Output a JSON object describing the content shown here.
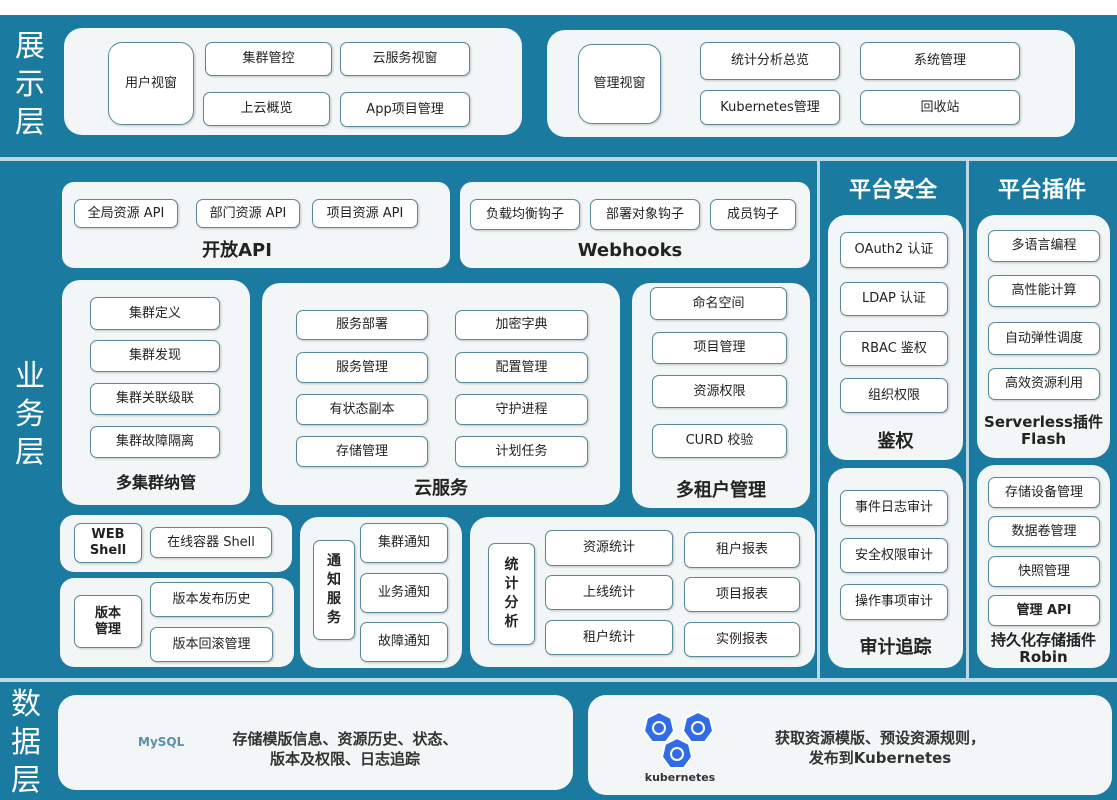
{
  "layers": {
    "presentation": "展示层",
    "business": "业务层",
    "data": "数据层"
  },
  "presentation": {
    "user": {
      "main": "用户视窗",
      "items": [
        "集群管控",
        "云服务视窗",
        "上云概览",
        "App项目管理"
      ]
    },
    "admin": {
      "main": "管理视窗",
      "items": [
        "统计分析总览",
        "系统管理",
        "Kubernetes管理",
        "回收站"
      ]
    }
  },
  "business": {
    "open_api": {
      "title": "开放API",
      "items": [
        "全局资源 API",
        "部门资源 API",
        "项目资源 API"
      ]
    },
    "webhooks": {
      "title": "Webhooks",
      "items": [
        "负载均衡钩子",
        "部署对象钩子",
        "成员钩子"
      ]
    },
    "multi_cluster": {
      "title": "多集群纳管",
      "items": [
        "集群定义",
        "集群发现",
        "集群关联级联",
        "集群故障隔离"
      ]
    },
    "cloud_service": {
      "title": "云服务",
      "items": [
        "服务部署",
        "加密字典",
        "服务管理",
        "配置管理",
        "有状态副本",
        "守护进程",
        "存储管理",
        "计划任务"
      ]
    },
    "multi_tenant": {
      "title": "多租户管理",
      "items": [
        "命名空间",
        "项目管理",
        "资源权限",
        "CURD 校验"
      ]
    },
    "web_shell": {
      "label": "WEB Shell",
      "items": [
        "在线容器 Shell"
      ]
    },
    "version": {
      "label": "版本管理",
      "items": [
        "版本发布历史",
        "版本回滚管理"
      ]
    },
    "notify": {
      "label": "通知服务",
      "items": [
        "集群通知",
        "业务通知",
        "故障通知"
      ]
    },
    "stats": {
      "label": "统计分析",
      "items": [
        "资源统计",
        "租户报表",
        "上线统计",
        "项目报表",
        "租户统计",
        "实例报表"
      ]
    }
  },
  "security": {
    "title": "平台安全",
    "auth": {
      "title": "鉴权",
      "items": [
        "OAuth2 认证",
        "LDAP 认证",
        "RBAC 鉴权",
        "组织权限"
      ]
    },
    "audit": {
      "title": "审计追踪",
      "items": [
        "事件日志审计",
        "安全权限审计",
        "操作事项审计"
      ]
    }
  },
  "plugins": {
    "title": "平台插件",
    "serverless": {
      "title1": "Serverless插件",
      "title2": "Flash",
      "items": [
        "多语言编程",
        "高性能计算",
        "自动弹性调度",
        "高效资源利用"
      ]
    },
    "storage": {
      "title1": "持久化存储插件",
      "title2": "Robin",
      "items": [
        "存储设备管理",
        "数据卷管理",
        "快照管理",
        "管理 API"
      ]
    }
  },
  "data_layer": {
    "mysql": {
      "logo": "MySQL",
      "line1": "存储模版信息、资源历史、状态、",
      "line2": "版本及权限、日志追踪"
    },
    "k8s": {
      "logo": "kubernetes",
      "line1": "获取资源模版、预设资源规则，",
      "line2": "发布到Kubernetes"
    }
  },
  "colors": {
    "background": "#1a7aa0",
    "panel": "#f3f6f7",
    "k8s": "#326ce5"
  }
}
